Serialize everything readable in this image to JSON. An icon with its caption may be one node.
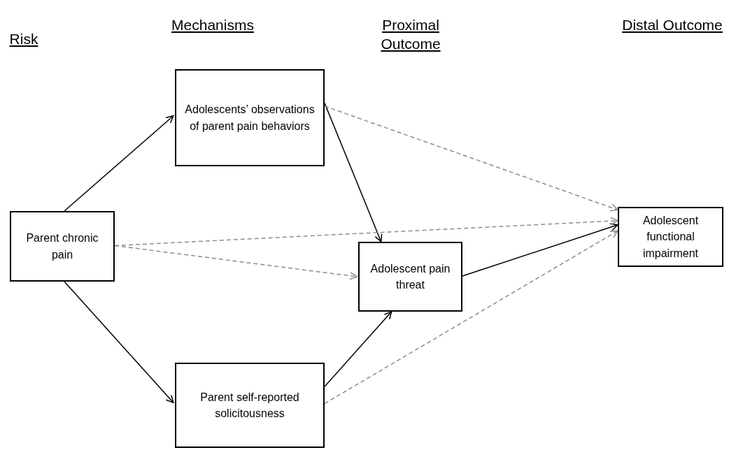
{
  "diagram": {
    "nodes": [
      {
        "text": [
          "Parent chronic pain"
        ]
      },
      {
        "text": [
          "Adolescents’ observations of parent pain behaviors"
        ]
      },
      {
        "text": [
          "Adolescent pain threat"
        ]
      },
      {
        "text": [
          "Parent self-reported solicitousness"
        ]
      },
      {
        "text": [
          "Adolescent functional impairment"
        ]
      }
    ],
    "edges": [
      {
        "from": 0,
        "to": 1,
        "arrow": "to"
      },
      {
        "from": 0,
        "to": 3,
        "arrow": "to"
      },
      {
        "from": 1,
        "to": 2,
        "arrow": "to"
      },
      {
        "from": 3,
        "to": 2,
        "arrow": "to"
      },
      {
        "from": 2,
        "to": 4,
        "arrow": "to"
      },
      {
        "from": 1,
        "to": 4,
        "arrow": "to",
        "style": "dashed",
        "color": "#8c8c8c"
      },
      {
        "from": 0,
        "to": 4,
        "arrow": "to",
        "style": "dashed",
        "color": "#8c8c8c"
      },
      {
        "from": 0,
        "to": 2,
        "arrow": "to",
        "style": "dashed",
        "color": "#8c8c8c"
      },
      {
        "from": 3,
        "to": 4,
        "arrow": "to",
        "style": "dashed",
        "color": "#8c8c8c"
      }
    ],
    "labels": [
      "Risk",
      "Mechanisms",
      "Proximal Outcome",
      "Distal Outcome"
    ]
  }
}
